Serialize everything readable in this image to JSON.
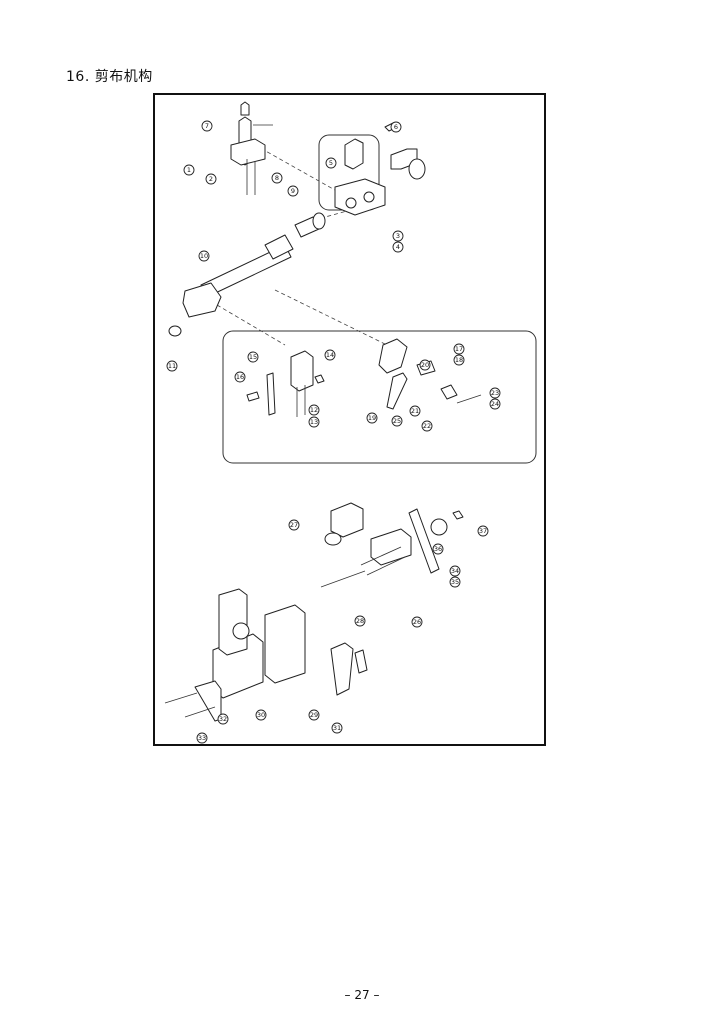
{
  "section": {
    "number": "16.",
    "title": "剪布机构"
  },
  "page": {
    "number": "– 27 –"
  },
  "callouts": [
    "1",
    "2",
    "3",
    "4",
    "5",
    "6",
    "7",
    "8",
    "9",
    "10",
    "11",
    "12",
    "13",
    "14",
    "15",
    "16",
    "17",
    "18",
    "19",
    "20",
    "21",
    "22",
    "23",
    "24",
    "25",
    "26",
    "27",
    "28",
    "29",
    "30",
    "31",
    "32",
    "33",
    "34",
    "35",
    "36",
    "37"
  ]
}
